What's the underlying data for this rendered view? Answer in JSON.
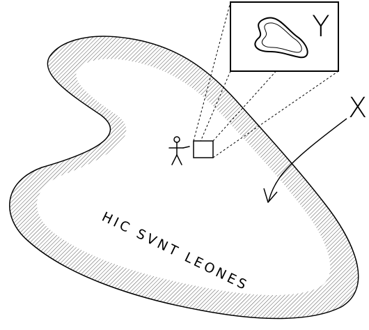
{
  "diagram": {
    "inset_label": "Y",
    "pointer_label": "X",
    "region_inscription": "HIC SVNT LEONES"
  },
  "colors": {
    "ink": "#000000",
    "paper": "#ffffff",
    "hatch": "#555555"
  },
  "icons": {
    "person": "stick-figure-icon",
    "frame": "picture-frame-icon"
  }
}
